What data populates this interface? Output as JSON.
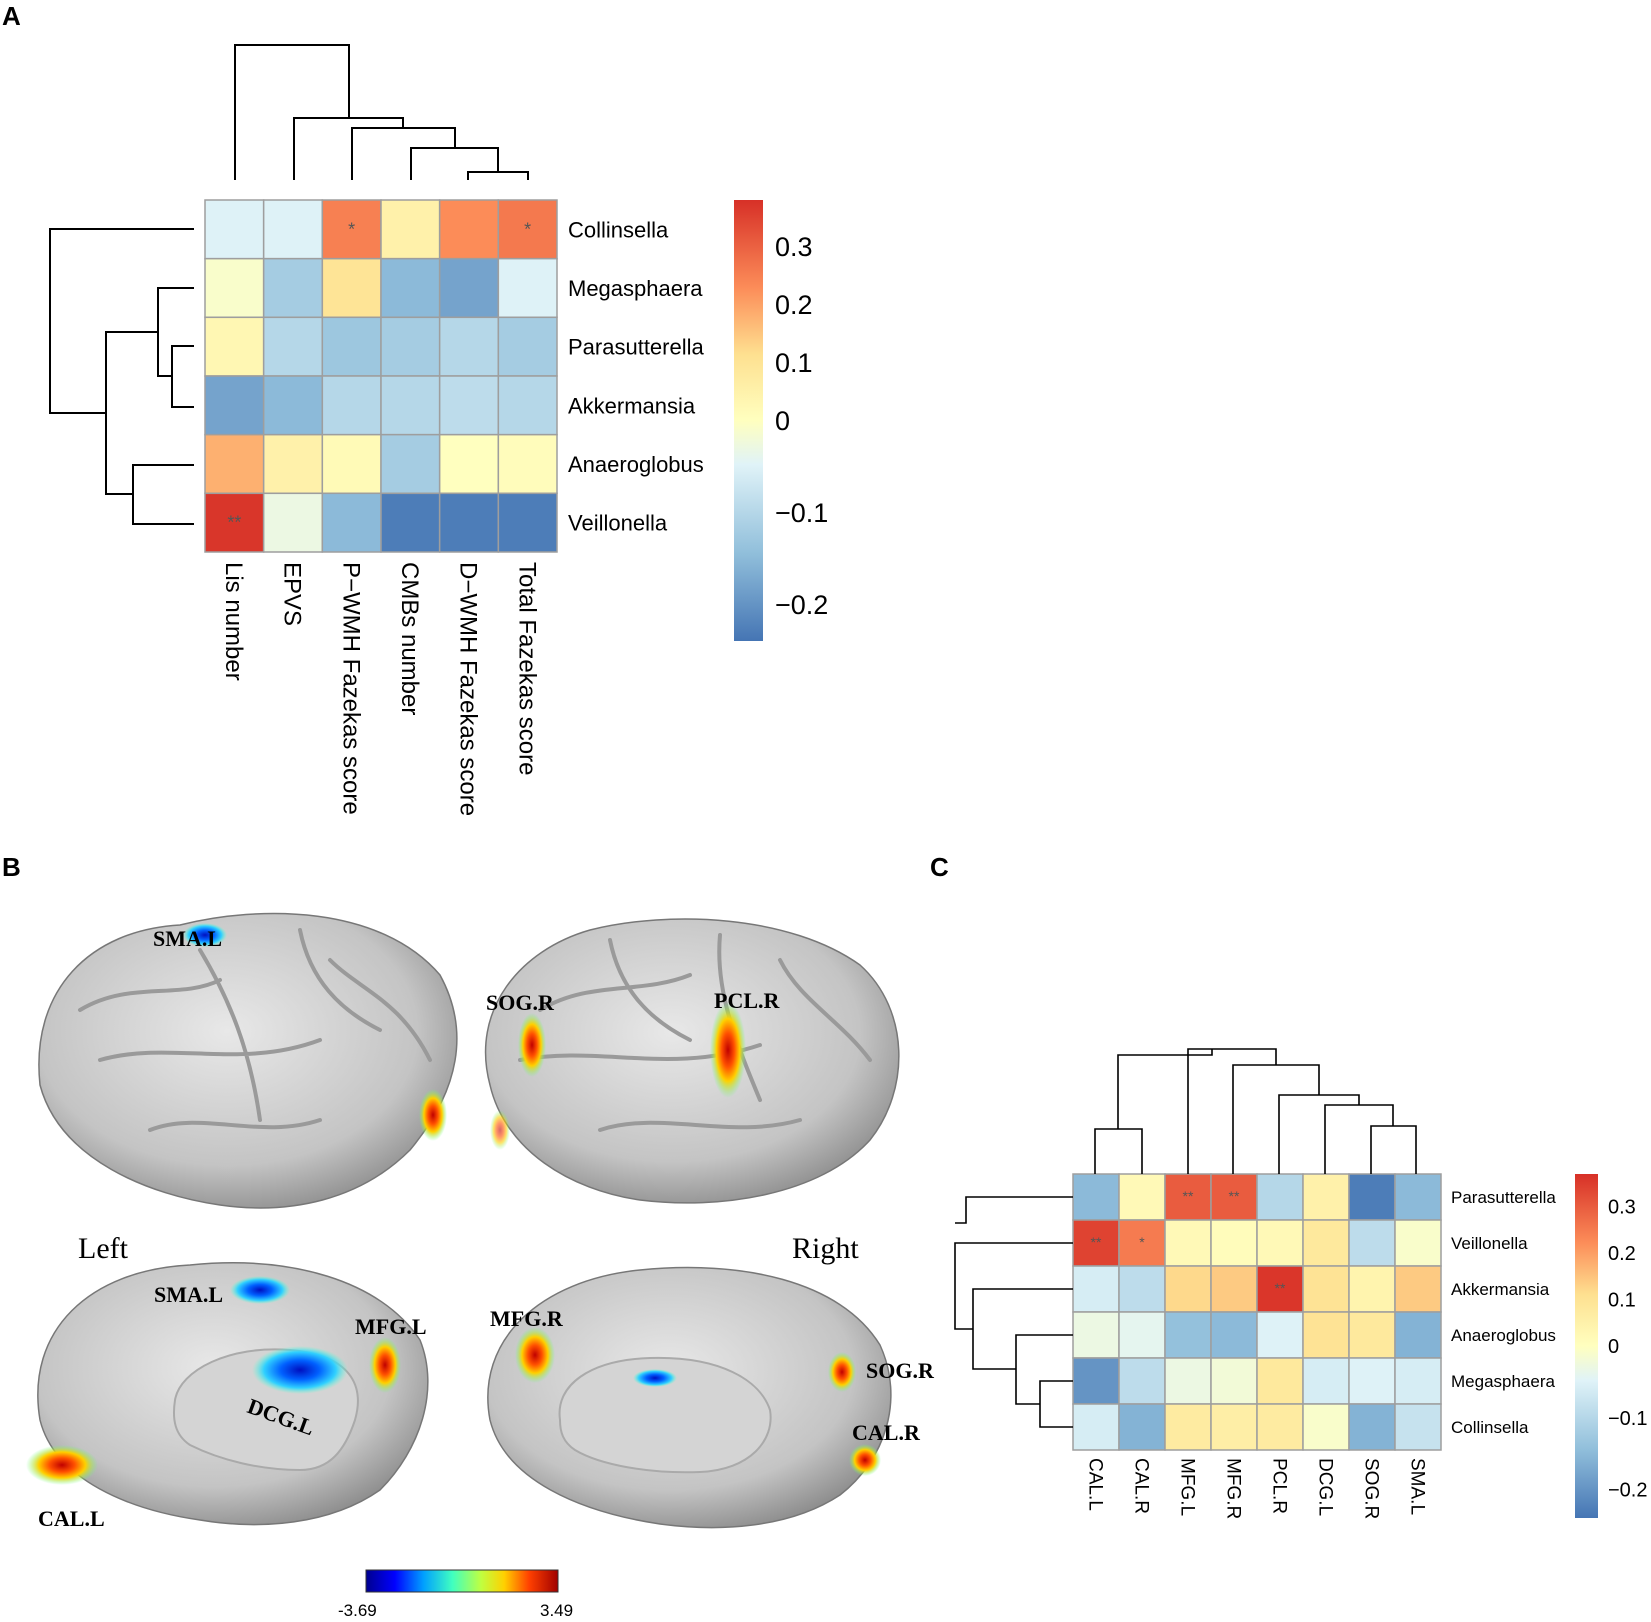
{
  "panels": {
    "a": "A",
    "b": "B",
    "c": "C"
  },
  "chart_data": [
    {
      "type": "heatmap",
      "panel": "A",
      "rows": [
        "Collinsella",
        "Megasphaera",
        "Parasutterella",
        "Akkermansia",
        "Anaeroglobus",
        "Veillonella"
      ],
      "columns": [
        "Lis number",
        "EPVS",
        "P−WMH Fazekas score",
        "CMBs number",
        "D−WMH Fazekas score",
        "Total Fazekas score"
      ],
      "values": [
        [
          -0.05,
          -0.05,
          0.25,
          0.05,
          0.23,
          0.26
        ],
        [
          -0.01,
          -0.12,
          0.1,
          -0.15,
          -0.18,
          -0.05
        ],
        [
          0.03,
          -0.1,
          -0.13,
          -0.12,
          -0.1,
          -0.12
        ],
        [
          -0.18,
          -0.15,
          -0.1,
          -0.1,
          -0.09,
          -0.1
        ],
        [
          0.18,
          0.05,
          0.02,
          -0.12,
          0.0,
          0.01
        ],
        [
          0.37,
          -0.03,
          -0.15,
          -0.23,
          -0.23,
          -0.23
        ]
      ],
      "annotations": [
        {
          "row": 0,
          "col": 2,
          "text": "*"
        },
        {
          "row": 0,
          "col": 5,
          "text": "*"
        },
        {
          "row": 5,
          "col": 0,
          "text": "**"
        }
      ],
      "colorbar": {
        "ticks": [
          0.3,
          0.2,
          0.1,
          0,
          -0.1,
          -0.2
        ],
        "tick_labels": [
          "0.3",
          "0.2",
          "0.1",
          "0",
          "−0.1",
          "−0.2"
        ],
        "range": [
          -0.24,
          0.38
        ]
      },
      "colors": {
        "low": "#4575b4",
        "mid": "#ffffbf",
        "high": "#d73027"
      }
    },
    {
      "type": "heatmap",
      "panel": "C",
      "rows": [
        "Parasutterella",
        "Veillonella",
        "Akkermansia",
        "Anaeroglobus",
        "Megasphaera",
        "Collinsella"
      ],
      "columns": [
        "CAL.L",
        "CAL.R",
        "MFG.L",
        "MFG.R",
        "PCL.R",
        "DCG.L",
        "SOG.R",
        "SMA.L"
      ],
      "values": [
        [
          -0.15,
          0.02,
          0.3,
          0.3,
          -0.1,
          0.05,
          -0.23,
          -0.15
        ],
        [
          0.34,
          0.25,
          0.02,
          0.01,
          0.02,
          0.08,
          -0.09,
          -0.01
        ],
        [
          -0.06,
          -0.09,
          0.12,
          0.14,
          0.36,
          0.1,
          0.04,
          0.14
        ],
        [
          -0.03,
          -0.04,
          -0.14,
          -0.15,
          -0.05,
          0.1,
          0.08,
          -0.16
        ],
        [
          -0.2,
          -0.09,
          -0.03,
          -0.02,
          0.08,
          -0.06,
          -0.05,
          -0.06
        ],
        [
          -0.06,
          -0.16,
          0.07,
          0.06,
          0.07,
          -0.01,
          -0.16,
          -0.08
        ]
      ],
      "annotations": [
        {
          "row": 0,
          "col": 2,
          "text": "**"
        },
        {
          "row": 0,
          "col": 3,
          "text": "**"
        },
        {
          "row": 1,
          "col": 0,
          "text": "**"
        },
        {
          "row": 1,
          "col": 1,
          "text": "*"
        },
        {
          "row": 2,
          "col": 4,
          "text": "**"
        }
      ],
      "colorbar": {
        "ticks": [
          0.3,
          0.2,
          0.1,
          0,
          -0.1,
          -0.2
        ],
        "tick_labels": [
          "0.3",
          "0.2",
          "0.1",
          "0",
          "−0.1",
          "−0.2"
        ],
        "range": [
          -0.24,
          0.37
        ]
      },
      "colors": {
        "low": "#4575b4",
        "mid": "#ffffbf",
        "high": "#d73027"
      }
    }
  ],
  "brain": {
    "side_left": "Left",
    "side_right": "Right",
    "labels": [
      "SMA.L",
      "SOG.R",
      "PCL.R",
      "SMA.L",
      "MFG.L",
      "DCG.L",
      "CAL.L",
      "MFG.R",
      "SOG.R",
      "CAL.R"
    ],
    "colorbar": {
      "min": "-3.69",
      "max": "3.49"
    }
  }
}
